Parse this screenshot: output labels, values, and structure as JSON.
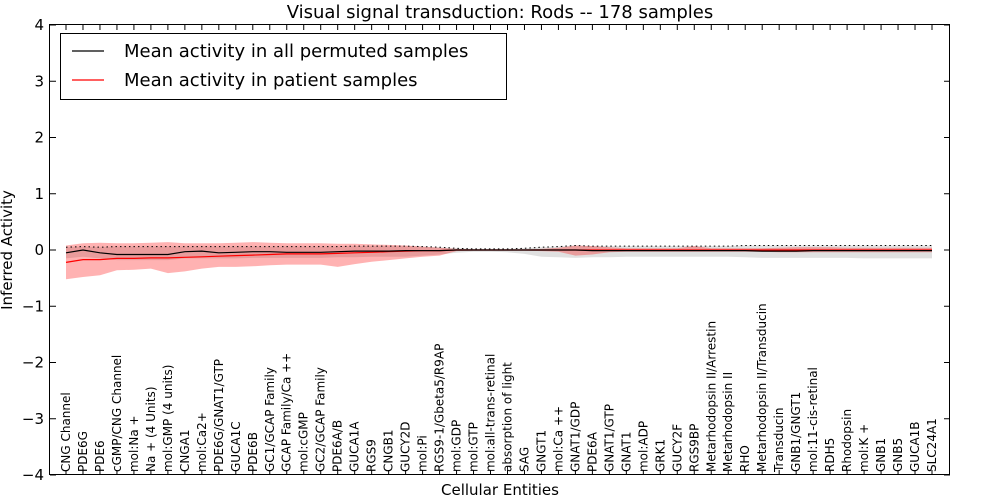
{
  "chart_data": {
    "type": "line",
    "title": "Visual signal transduction: Rods -- 178 samples",
    "xlabel": "Cellular Entities",
    "ylabel": "Inferred Activity",
    "ylim": [
      -4,
      4
    ],
    "yticks": [
      "−4",
      "−3",
      "−2",
      "−1",
      "0",
      "1",
      "2",
      "3",
      "4"
    ],
    "grid": false,
    "legend_position": "upper-left",
    "categories": [
      "CNG Channel",
      "PDE6G",
      "PDE6",
      "cGMP/CNG Channel",
      "mol:Na +",
      "Na + (4 Units)",
      "mol:GMP (4 units)",
      "CNGA1",
      "mol:Ca2+",
      "PDE6G/GNAT1/GTP",
      "GUCA1C",
      "PDE6B",
      "GC1/GCAP Family",
      "GCAP Family/Ca ++",
      "mol:cGMP",
      "GC2/GCAP Family",
      "PDE6A/B",
      "GUCA1A",
      "RGS9",
      "CNGB1",
      "GUCY2D",
      "mol:Pi",
      "RGS9-1/Gbeta5/R9AP",
      "mol:GDP",
      "mol:GTP",
      "mol:all-trans-retinal",
      "absorption of light",
      "SAG",
      "GNGT1",
      "mol:Ca ++",
      "GNAT1/GDP",
      "PDE6A",
      "GNAT1/GTP",
      "GNAT1",
      "mol:ADP",
      "GRK1",
      "GUCY2F",
      "RGS9BP",
      "Metarhodopsin II/Arrestin",
      "Metarhodopsin II",
      "RHO",
      "Metarhodopsin II/Transducin",
      "Transducin",
      "GNB1/GNGT1",
      "mol:11-cis-retinal",
      "RDH5",
      "Rhodopsin",
      "mol:K +",
      "GNB1",
      "GNB5",
      "GUCA1B",
      "SLC24A1"
    ],
    "series": [
      {
        "name": "Mean activity in all permuted samples",
        "color": "#000000",
        "values": [
          -0.05,
          0.0,
          -0.05,
          -0.08,
          -0.08,
          -0.08,
          -0.08,
          -0.03,
          -0.02,
          -0.05,
          -0.04,
          -0.03,
          -0.03,
          -0.04,
          -0.04,
          -0.04,
          -0.03,
          -0.02,
          -0.02,
          -0.02,
          -0.01,
          -0.01,
          -0.01,
          0.0,
          0.0,
          0.0,
          0.0,
          0.0,
          0.0,
          0.0,
          0.0,
          -0.01,
          -0.01,
          -0.01,
          -0.01,
          -0.01,
          -0.01,
          -0.01,
          -0.01,
          -0.01,
          -0.01,
          -0.02,
          -0.02,
          -0.02,
          -0.01,
          -0.01,
          -0.01,
          -0.01,
          -0.01,
          -0.01,
          -0.01,
          -0.01
        ],
        "band_upper": [
          0.05,
          0.06,
          0.05,
          0.06,
          0.06,
          0.06,
          0.06,
          0.06,
          0.06,
          0.06,
          0.06,
          0.06,
          0.06,
          0.06,
          0.06,
          0.06,
          0.06,
          0.07,
          0.07,
          0.07,
          0.07,
          0.06,
          0.05,
          0.03,
          0.02,
          0.02,
          0.02,
          0.03,
          0.05,
          0.06,
          0.08,
          0.07,
          0.07,
          0.07,
          0.07,
          0.07,
          0.07,
          0.07,
          0.07,
          0.07,
          0.08,
          0.08,
          0.08,
          0.08,
          0.08,
          0.08,
          0.08,
          0.08,
          0.08,
          0.08,
          0.08,
          0.08
        ],
        "band_lower": [
          -0.15,
          -0.12,
          -0.15,
          -0.18,
          -0.18,
          -0.18,
          -0.18,
          -0.15,
          -0.15,
          -0.15,
          -0.15,
          -0.14,
          -0.14,
          -0.14,
          -0.14,
          -0.14,
          -0.13,
          -0.13,
          -0.12,
          -0.12,
          -0.12,
          -0.1,
          -0.08,
          -0.05,
          -0.03,
          -0.03,
          -0.04,
          -0.07,
          -0.12,
          -0.13,
          -0.14,
          -0.13,
          -0.13,
          -0.12,
          -0.12,
          -0.12,
          -0.12,
          -0.12,
          -0.12,
          -0.12,
          -0.13,
          -0.14,
          -0.14,
          -0.14,
          -0.14,
          -0.14,
          -0.14,
          -0.15,
          -0.15,
          -0.15,
          -0.15,
          -0.15
        ]
      },
      {
        "name": "Mean activity in patient samples",
        "color": "#ff0000",
        "values": [
          -0.22,
          -0.17,
          -0.17,
          -0.15,
          -0.15,
          -0.14,
          -0.14,
          -0.13,
          -0.12,
          -0.11,
          -0.1,
          -0.09,
          -0.08,
          -0.07,
          -0.07,
          -0.07,
          -0.06,
          -0.05,
          -0.04,
          -0.03,
          -0.02,
          -0.01,
          -0.01,
          0.0,
          0.0,
          0.0,
          0.0,
          0.0,
          0.0,
          0.0,
          0.0,
          0.0,
          0.0,
          0.0,
          0.0,
          0.0,
          0.0,
          0.0,
          0.0,
          0.0,
          0.0,
          0.0,
          0.0,
          0.0,
          0.0,
          0.0,
          0.0,
          0.0,
          0.0,
          0.0,
          0.0,
          0.0
        ],
        "band_upper": [
          0.08,
          0.12,
          0.13,
          0.12,
          0.12,
          0.13,
          0.14,
          0.12,
          0.12,
          0.12,
          0.13,
          0.14,
          0.13,
          0.12,
          0.12,
          0.12,
          0.11,
          0.11,
          0.1,
          0.09,
          0.08,
          0.06,
          0.04,
          0.02,
          0.01,
          0.01,
          0.01,
          0.01,
          0.02,
          0.04,
          0.08,
          0.07,
          0.05,
          0.03,
          0.03,
          0.03,
          0.03,
          0.07,
          0.03,
          0.03,
          0.03,
          0.03,
          0.04,
          0.05,
          0.05,
          0.05,
          0.04,
          0.04,
          0.04,
          0.04,
          0.04,
          0.04
        ],
        "band_lower": [
          -0.52,
          -0.48,
          -0.45,
          -0.36,
          -0.35,
          -0.33,
          -0.41,
          -0.38,
          -0.33,
          -0.3,
          -0.3,
          -0.29,
          -0.27,
          -0.26,
          -0.26,
          -0.26,
          -0.3,
          -0.25,
          -0.21,
          -0.18,
          -0.15,
          -0.12,
          -0.1,
          -0.02,
          -0.01,
          -0.01,
          -0.01,
          -0.01,
          -0.02,
          -0.03,
          -0.1,
          -0.08,
          -0.04,
          -0.03,
          -0.03,
          -0.03,
          -0.03,
          -0.03,
          -0.03,
          -0.03,
          -0.03,
          -0.03,
          -0.04,
          -0.04,
          -0.04,
          -0.04,
          -0.04,
          -0.04,
          -0.04,
          -0.04,
          -0.04,
          -0.04
        ]
      }
    ],
    "band_colors": {
      "permuted": "#bbbbbb",
      "patient": "#ff0000"
    }
  }
}
